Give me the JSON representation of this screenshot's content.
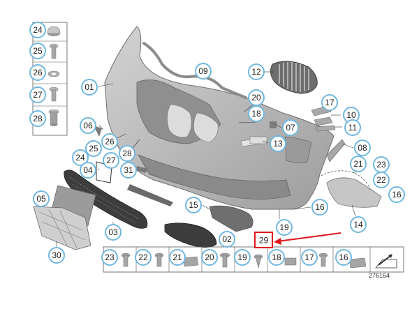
{
  "diagram": {
    "id_label": "276164",
    "highlight_label": "29",
    "colors": {
      "callout_stroke": "#6fb7e0",
      "highlight": "#e0151b",
      "part_fill": "#b9b9b9",
      "part_dark": "#7d7d7d",
      "line": "#333333"
    },
    "left_column": [
      "24",
      "25",
      "26",
      "27",
      "28"
    ],
    "callouts_main": [
      "01",
      "09",
      "12",
      "20",
      "18",
      "07",
      "13",
      "17",
      "10",
      "11",
      "08",
      "06",
      "26",
      "25",
      "24",
      "28",
      "27",
      "31",
      "04",
      "21",
      "23",
      "22",
      "16",
      "05",
      "15",
      "16",
      "14",
      "03",
      "02",
      "19",
      "30"
    ],
    "bottom_row": [
      "23",
      "22",
      "21",
      "20",
      "19",
      "18",
      "17",
      "16"
    ]
  }
}
